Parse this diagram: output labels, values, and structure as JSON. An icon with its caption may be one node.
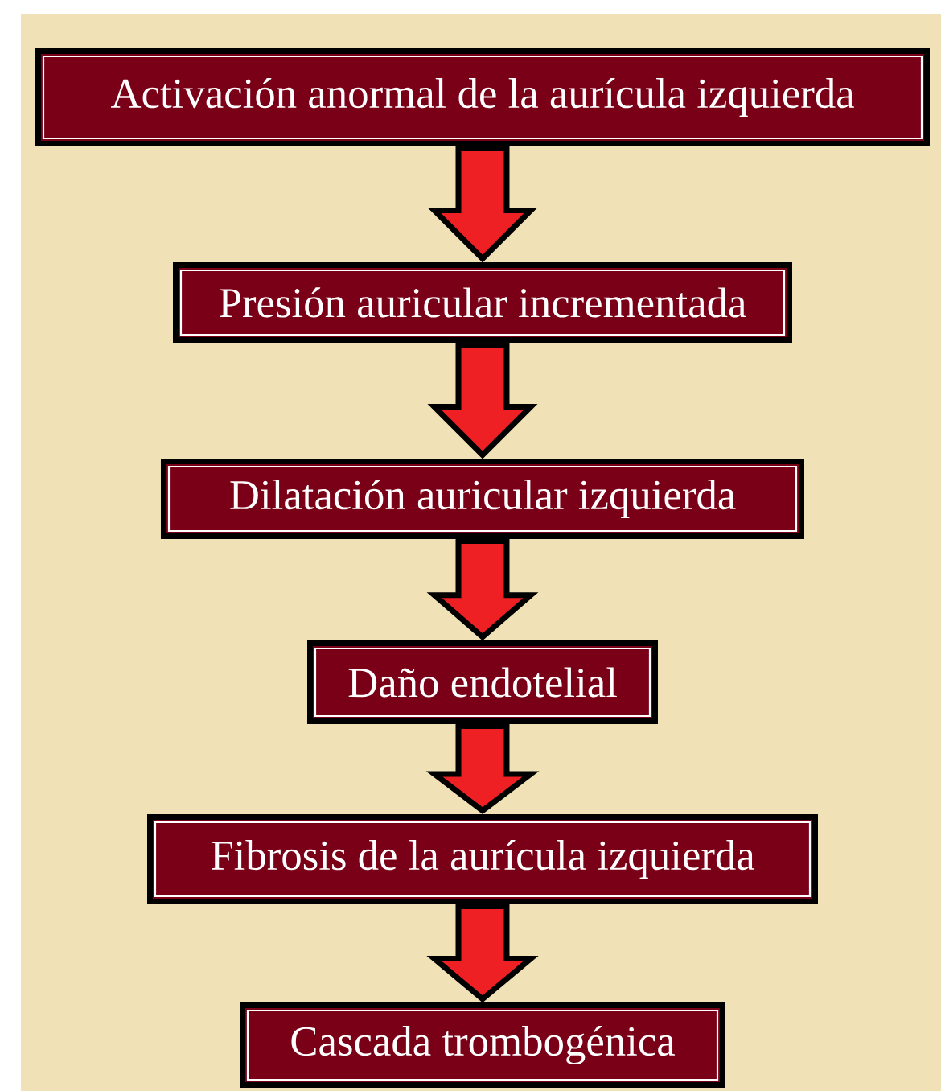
{
  "diagram": {
    "nodes": [
      {
        "text": [
          "Activación anormal de la aurícula izquierda"
        ]
      },
      {
        "text": [
          "Presión auricular incrementada"
        ]
      },
      {
        "text": [
          "Dilatación auricular izquierda"
        ]
      },
      {
        "text": [
          "Daño endotelial"
        ]
      },
      {
        "text": [
          "Fibrosis de la aurícula izquierda"
        ]
      },
      {
        "text": [
          "Cascada trombogénica"
        ]
      }
    ],
    "edges": [
      {
        "from": 0,
        "to": 1,
        "arrow": "to"
      },
      {
        "from": 1,
        "to": 2,
        "arrow": "to"
      },
      {
        "from": 2,
        "to": 3,
        "arrow": "to"
      },
      {
        "from": 3,
        "to": 4,
        "arrow": "to"
      },
      {
        "from": 4,
        "to": 5,
        "arrow": "to"
      }
    ]
  }
}
